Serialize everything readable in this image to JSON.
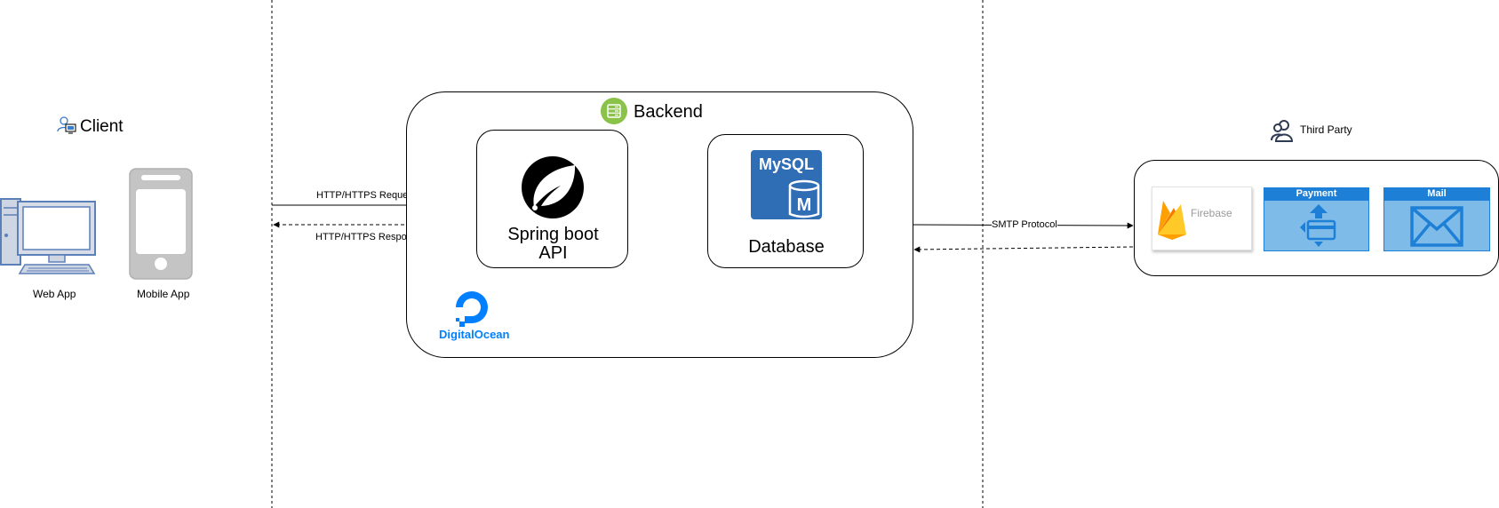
{
  "client": {
    "title": "Client",
    "web_app_label": "Web App",
    "mobile_app_label": "Mobile App"
  },
  "connections": {
    "request_label": "HTTP/HTTPS Request",
    "response_label": "HTTP/HTTPS Response",
    "smtp_label": "SMTP Protocol"
  },
  "backend": {
    "title": "Backend",
    "spring_label_line1": "Spring boot",
    "spring_label_line2": "API",
    "database_label": "Database",
    "mysql_logo_text": "MySQL",
    "mysql_logo_letter": "M",
    "hosting_label": "DigitalOcean"
  },
  "third_party": {
    "title": "Third Party",
    "firebase_label": "Firebase",
    "payment_label": "Payment",
    "mail_label": "Mail"
  },
  "colors": {
    "line": "#000000",
    "spring_green": "#8bc34a",
    "mysql_blue": "#2f6db5",
    "do_blue": "#0080ff",
    "service_header": "#1e7fd6",
    "service_body": "#7fbbe8",
    "device_blue": "#5b7fb8",
    "phone_gray": "#c8c8c8"
  }
}
